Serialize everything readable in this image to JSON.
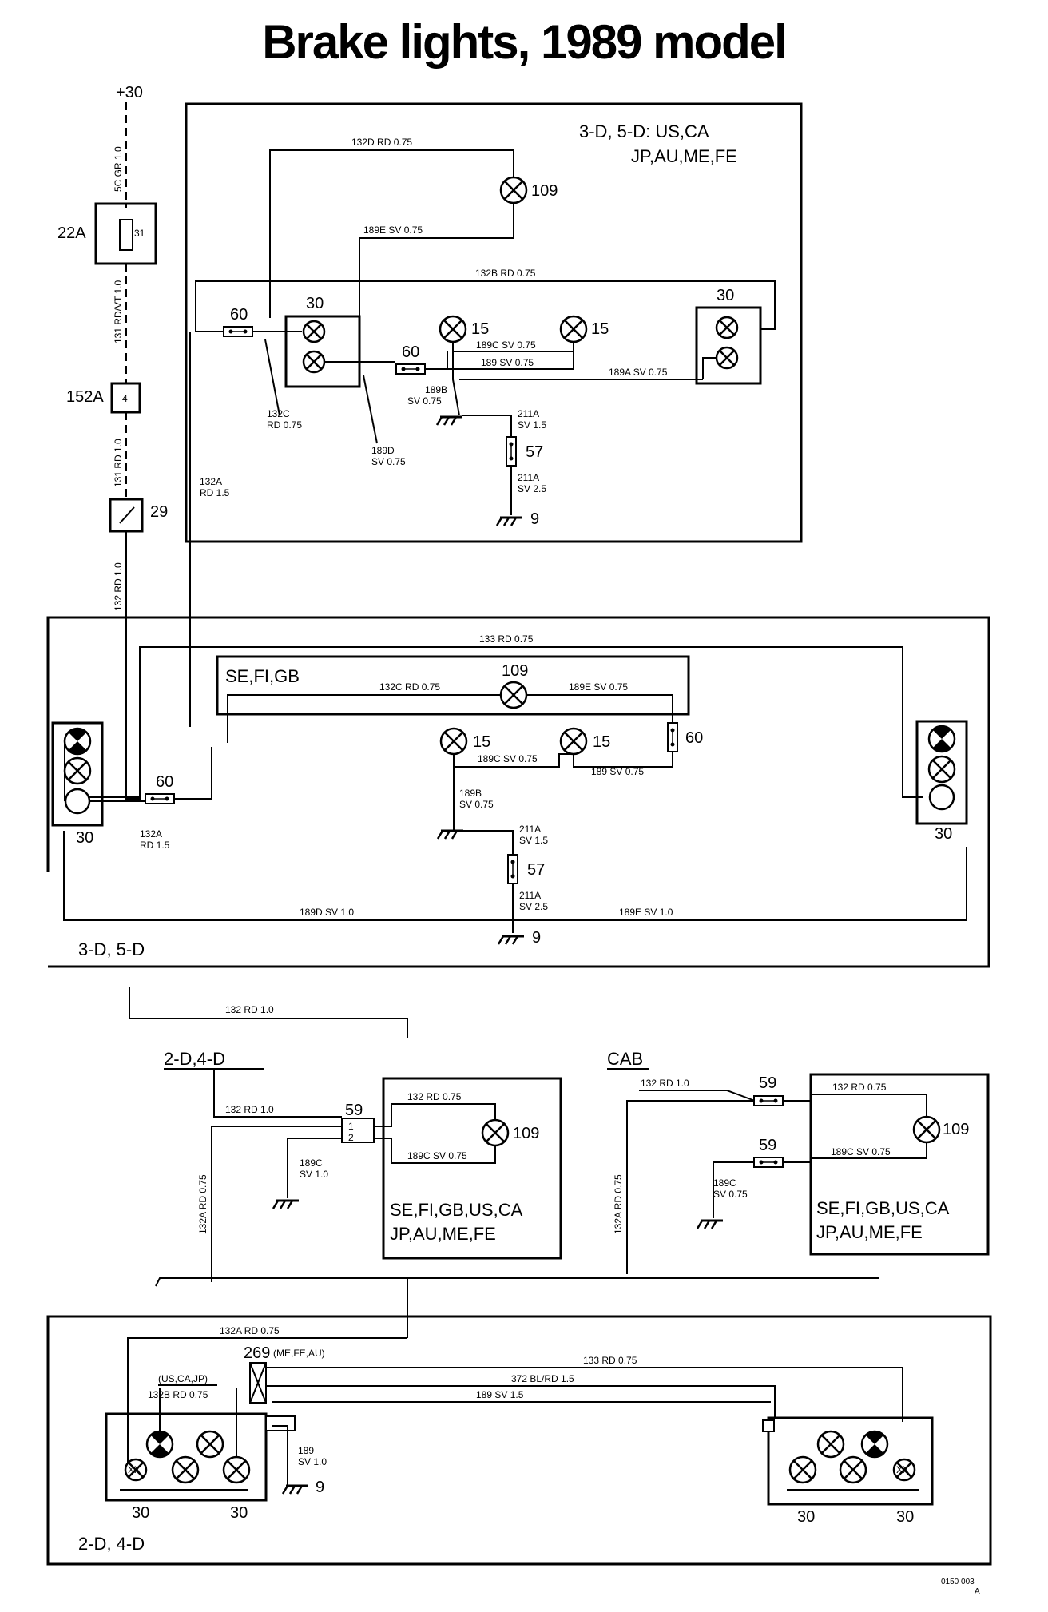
{
  "title": "Brake lights, 1989 model",
  "top": {
    "supply": "+30",
    "fuse_ref": "22A",
    "fuse_no": "31",
    "conn_ref": "152A",
    "conn_pin": "4",
    "switch_ref": "29",
    "w_5c": "5C GR 1.0",
    "w_131a": "131 RD/VT 1.0",
    "w_131b": "131 RD 1.0",
    "w_132": "132 RD 1.0"
  },
  "box1": {
    "markets_line1": "3-D, 5-D: US,CA",
    "markets_line2": "JP,AU,ME,FE",
    "lamp_ref": "109",
    "w_132d": "132D RD 0.75",
    "w_189e": "189E SV 0.75",
    "w_132b": "132B RD 0.75",
    "conn60a": "60",
    "conn60b": "60",
    "pin30a": "30",
    "pin30b": "30",
    "lamp15a": "15",
    "lamp15b": "15",
    "w_189c": "189C SV 0.75",
    "w_189": "189 SV 0.75",
    "w_189a": "189A SV 0.75",
    "w_189b_1": "189B",
    "w_189b_2": "SV 0.75",
    "w_132c_1": "132C",
    "w_132c_2": "RD 0.75",
    "w_189d_1": "189D",
    "w_189d_2": "SV 0.75",
    "w_211a_1": "211A",
    "w_211a_2": "SV 1.5",
    "conn57": "57",
    "w_211a_3": "211A",
    "w_211a_4": "SV 2.5",
    "ground9": "9",
    "w_132a_1": "132A",
    "w_132a_2": "RD 1.5"
  },
  "box2": {
    "label": "3-D, 5-D",
    "inner_label": "SE,FI,GB",
    "w_133": "133 RD 0.75",
    "lamp109": "109",
    "w_132c": "132C RD 0.75",
    "w_189e": "189E SV 0.75",
    "lamp15a": "15",
    "lamp15b": "15",
    "conn60": "60",
    "conn60b": "60",
    "w_189c": "189C SV 0.75",
    "w_189": "189 SV 0.75",
    "w_189b_1": "189B",
    "w_189b_2": "SV 0.75",
    "w_211a_1": "211A",
    "w_211a_2": "SV 1.5",
    "conn57": "57",
    "w_211a_3": "211A",
    "w_211a_4": "SV 2.5",
    "w_189d": "189D SV 1.0",
    "w_189e2": "189E SV 1.0",
    "ground9": "9",
    "pin30l": "30",
    "pin30r": "30",
    "w_132a_1": "132A",
    "w_132a_2": "RD 1.5"
  },
  "mid": {
    "w_132": "132 RD 1.0",
    "sec_24": "2-D,4-D",
    "sec_cab": "CAB",
    "w_132_l": "132 RD 1.0",
    "conn59a": "59",
    "pin1": "1",
    "pin2": "2",
    "w_132_075": "132 RD 0.75",
    "lamp109": "109",
    "w_189c": "189C SV 0.75",
    "w_189c_v1": "189C",
    "w_189c_v2": "SV 1.0",
    "w_132a_v": "132A RD 0.75",
    "markets_1": "SE,FI,GB,US,CA",
    "markets_2": "JP,AU,ME,FE",
    "cab_w_132": "132 RD 1.0",
    "cab_59a": "59",
    "cab_59b": "59",
    "cab_w_132_075": "132 RD 0.75",
    "cab_lamp109": "109",
    "cab_w_189c": "189C SV 0.75",
    "cab_w_189c_v1": "189C",
    "cab_w_189c_v2": "SV 0.75",
    "cab_w_132a_v": "132A RD 0.75",
    "cab_markets_1": "SE,FI,GB,US,CA",
    "cab_markets_2": "JP,AU,ME,FE"
  },
  "bottom": {
    "w_132a": "132A RD 0.75",
    "conn269": "269",
    "conn269_markets": "(ME,FE,AU)",
    "markets_us": "(US,CA,JP)",
    "w_132b": "132B RD 0.75",
    "w_133": "133 RD 0.75",
    "w_372": "372 BL/RD 1.5",
    "w_189": "189 SV 1.5",
    "w_189_v1": "189",
    "w_189_v2": "SV 1.0",
    "ground9": "9",
    "pin30_1": "30",
    "pin30_2": "30",
    "pin30_3": "30",
    "pin30_4": "30",
    "xx": "XX",
    "label": "2-D, 4-D",
    "doc_no_1": "0150 003",
    "doc_no_2": "A"
  }
}
